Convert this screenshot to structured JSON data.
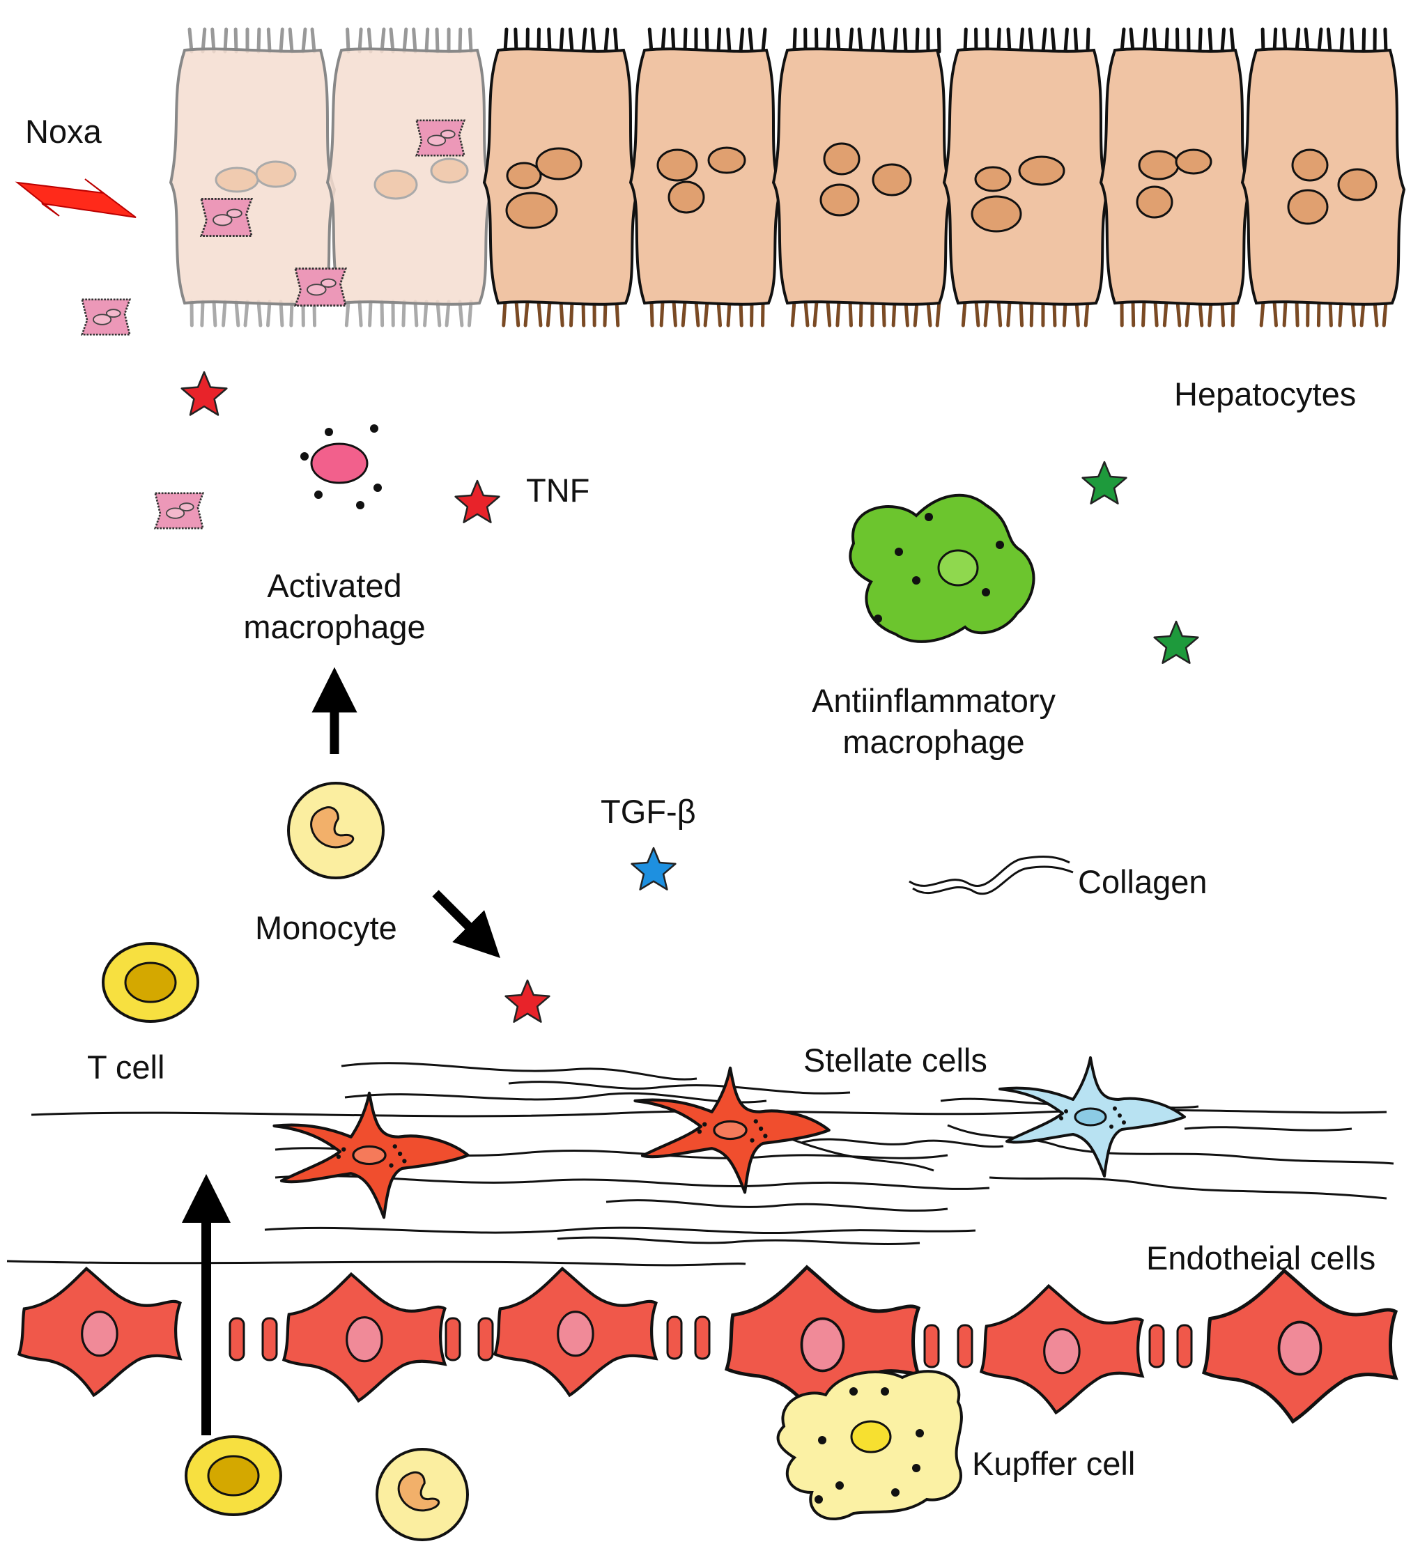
{
  "labels": {
    "noxa": "Noxa",
    "hepatocytes": "Hepatocytes",
    "tnf": "TNF",
    "activated_macrophage_1": "Activated",
    "activated_macrophage_2": "macrophage",
    "antiinflammatory_macrophage_1": "Antiinflammatory",
    "antiinflammatory_macrophage_2": "macrophage",
    "tgf_beta": "TGF-β",
    "collagen": "Collagen",
    "monocyte": "Monocyte",
    "t_cell": "T cell",
    "stellate_cells": "Stellate cells",
    "endothelial_cells": "Endotheial cells",
    "kupffer_cell": "Kupffer cell"
  },
  "colors": {
    "hepatocyte_healthy": "#f0c4a4",
    "hepatocyte_nucleus": "#e0a070",
    "hepatocyte_damaged": "#f5ddd0",
    "apoptotic_body": "#ec98b8",
    "tnf_star": "#e8232a",
    "antiinflammatory_star": "#1e9a3c",
    "tgf_star": "#1e90e0",
    "activated_macrophage": "#ea2840",
    "antiinflammatory_macrophage": "#6cc52e",
    "monocyte": "#fbeea0",
    "t_cell": "#f7e040",
    "stellate_activated": "#f04e2e",
    "stellate_quiescent": "#b8e2f2",
    "endothelial": "#f0584a",
    "kupffer": "#fbf1a4"
  }
}
